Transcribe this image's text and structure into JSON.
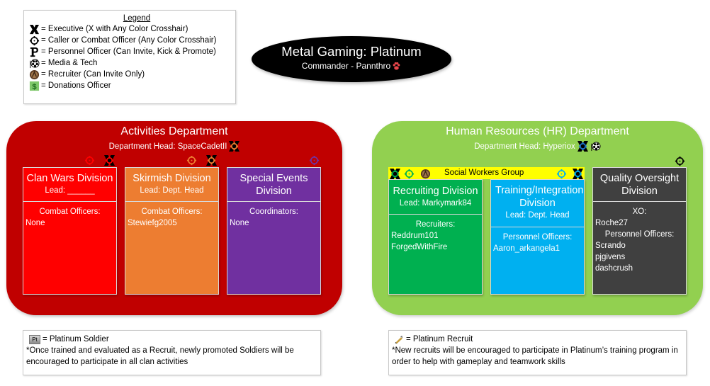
{
  "legend": {
    "title": "Legend",
    "items": [
      {
        "icon": "executive-x-icon",
        "text": "= Executive (X with Any Color Crosshair)"
      },
      {
        "icon": "crosshair-icon",
        "text": "= Caller or Combat Officer (Any Color Crosshair)"
      },
      {
        "icon": "personnel-p-icon",
        "text": "= Personnel Officer (Can Invite, Kick & Promote)"
      },
      {
        "icon": "media-tech-icon",
        "text": "= Media & Tech"
      },
      {
        "icon": "recruiter-icon",
        "text": "= Recruiter (Can Invite Only)"
      },
      {
        "icon": "donations-icon",
        "text": "= Donations Officer"
      }
    ]
  },
  "header": {
    "title": "Metal Gaming: Platinum",
    "subtitle": "Commander - Pannthro",
    "subtitle_icon": "paw-icon"
  },
  "colors": {
    "activities": "#c00000",
    "hr": "#92d050",
    "clan_wars": "#ff0000",
    "skirmish": "#ed7d31",
    "special_events": "#7030a0",
    "recruiting": "#00b050",
    "training": "#00b0f0",
    "quality": "#404040",
    "social_bar": "#ffff00"
  },
  "activities": {
    "title": "Activities Department",
    "head": "Department Head: SpaceCadetII",
    "divisions": [
      {
        "name": "Clan Wars Division",
        "lead": "Lead: ______",
        "role_label": "Combat Officers:",
        "members": [
          "None"
        ]
      },
      {
        "name": "Skirmish Division",
        "lead": "Lead: Dept. Head",
        "role_label": "Combat Officers:",
        "members": [
          "Stewiefg2005"
        ]
      },
      {
        "name": "Special Events Division",
        "lead": "",
        "role_label": "Coordinators:",
        "members": [
          "None"
        ]
      }
    ]
  },
  "hr": {
    "title": "Human Resources (HR) Department",
    "head": "Department Head: Hyperiox",
    "social_group": "Social Workers Group",
    "divisions": [
      {
        "name": "Recruiting Division",
        "lead": "Lead: Markymark84",
        "role_label": "Recruiters:",
        "members": [
          "Reddrum101",
          "ForgedWithFire"
        ]
      },
      {
        "name": "Training/Integration Division",
        "lead": "Lead: Dept. Head",
        "role_label": "Personnel Officers:",
        "members": [
          "Aaron_arkangela1"
        ]
      },
      {
        "name": "Quality Oversight Division",
        "xo_label": "XO:",
        "xo": "Roche27",
        "role_label": "Personnel Officers:",
        "members": [
          "Scrando",
          "pjgivens",
          "dashcrush"
        ]
      }
    ]
  },
  "notes": {
    "soldier": {
      "badge": "Pt",
      "label": "= Platinum Soldier",
      "text": "*Once trained and evaluated as a Recruit, newly promoted Soldiers will be encouraged to participate in all clan activities"
    },
    "recruit": {
      "label": "= Platinum Recruit",
      "text": "*New recruits will be encouraged to participate in Platinum’s training program in order to help with gameplay and teamwork skills"
    }
  }
}
